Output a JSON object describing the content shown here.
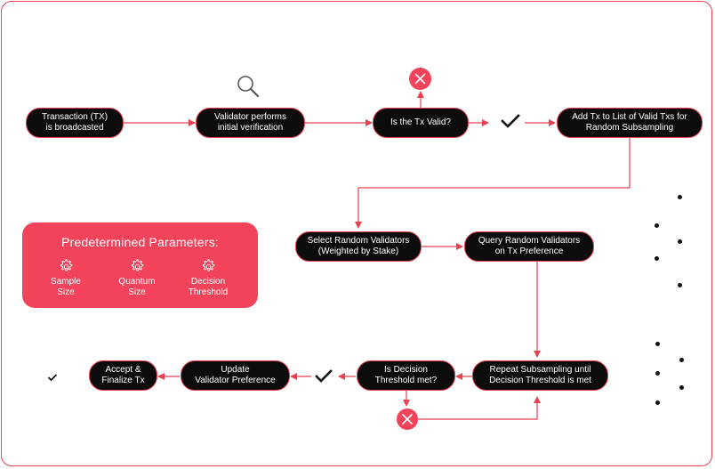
{
  "nodes": {
    "tx_broadcast": "Transaction (TX)\nis broadcasted",
    "validator_verify": "Validator performs\ninitial verification",
    "is_valid": "Is the Tx Valid?",
    "add_tx": "Add Tx to List of Valid Txs for\nRandom Subsampling",
    "select_validators": "Select Random Validators\n(Weighted by Stake)",
    "query_validators": "Query Random Validators\non Tx Preference",
    "repeat_subsampling": "Repeat Subsampling until\nDecision Threshold is met",
    "threshold_met": "Is Decision\nThreshold met?",
    "update_pref": "Update\nValidator Preference",
    "accept_finalize": "Accept &\nFinalize Tx"
  },
  "parameters": {
    "title": "Predetermined Parameters:",
    "items": [
      {
        "label": "Sample\nSize",
        "icon": "gear-icon"
      },
      {
        "label": "Quantum\nSize",
        "icon": "gear-icon"
      },
      {
        "label": "Decision\nThreshold",
        "icon": "gear-icon"
      }
    ]
  },
  "colors": {
    "accent": "#e84152",
    "node_bg": "#0c0c0c",
    "params_bg": "#f2435a",
    "text": "#ffffff"
  }
}
